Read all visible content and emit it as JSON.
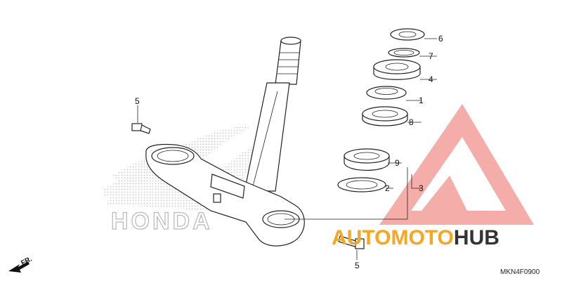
{
  "diagram": {
    "callouts": [
      {
        "id": "c6",
        "text": "6"
      },
      {
        "id": "c7",
        "text": "7"
      },
      {
        "id": "c4",
        "text": "4"
      },
      {
        "id": "c1",
        "text": "1"
      },
      {
        "id": "c8",
        "text": "8"
      },
      {
        "id": "c9",
        "text": "9"
      },
      {
        "id": "c2",
        "text": "2"
      },
      {
        "id": "c3",
        "text": "3"
      },
      {
        "id": "c5a",
        "text": "5"
      },
      {
        "id": "c5b",
        "text": "5"
      }
    ],
    "fr_label": "FR.",
    "part_code": "MKN4F0900"
  },
  "watermarks": {
    "honda_text": "HONDA",
    "brand_part1": "AUTOMOTO",
    "brand_part2": "HUB",
    "colors": {
      "red": "#e8413a",
      "pink": "#f5a5a0",
      "orange": "#f5a623",
      "dark": "#333333",
      "gray_dots": "#c8c8c8"
    }
  }
}
